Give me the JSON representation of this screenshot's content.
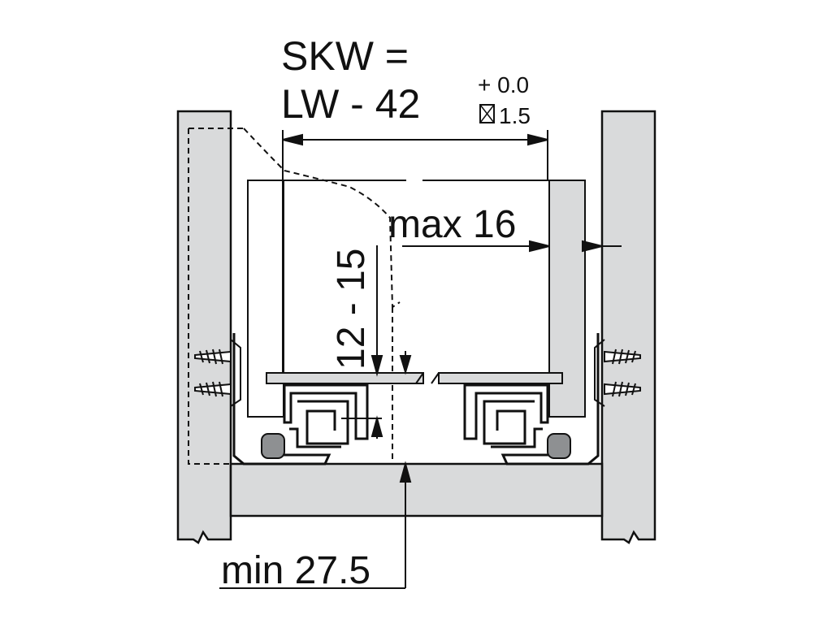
{
  "formula": {
    "line1": "SKW =",
    "line2": "LW - 42"
  },
  "tolerance": {
    "upper": "+ 0.0",
    "lower": "1.5",
    "lower_symbol": "minus-box-icon"
  },
  "labels": {
    "max_clearance": "max 16",
    "height_range": "12 - 15",
    "min_depth": "min 27.5"
  },
  "colors": {
    "panel_fill": "#d9dadb",
    "line": "#111111",
    "roller": "#8e9092",
    "background": "#ffffff"
  }
}
